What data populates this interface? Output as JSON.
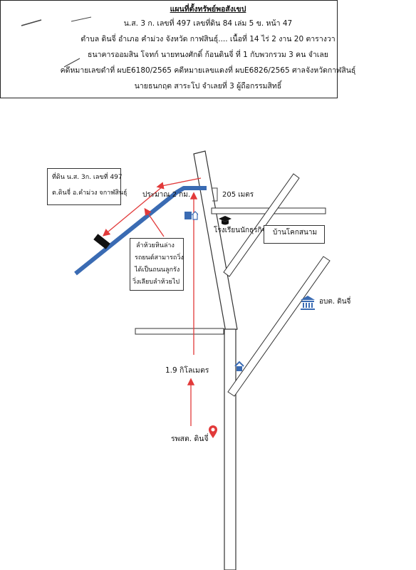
{
  "header": {
    "title": "แผนที่ตั้งทรัพย์พอสังเขป",
    "line1": "น.ส. 3 ก. เลขที่ 497 เลขที่ดิน 84 เล่ม 5 ข. หน้า 47",
    "line2": "ตำบล ดินจี่ อำเภอ คำม่วง จังหวัด กาฬสินธุ์.... เนื้อที่ 14 ไร่ 2 งาน 20 ตารางวา",
    "line3": "ธนาคารออมสิน โจทก์ นายทนงศักดิ์ ก้อนดินจี่ ที่ 1 กับพวกรวม 3 คน จำเลย",
    "line4": "คดีหมายเลขดำที่ ผบE6180/2565 คดีหมายเลขแดงที่ ผบE6826/2565 ศาลจังหวัดกาฬสินธุ์",
    "line5": "นายธนกฤต สาระโป จำเลยที่ 3 ผู้ถือกรรมสิทธิ์"
  },
  "map": {
    "land_label_line1": "ที่ดิน น.ส. 3ก. เลขที่ 497",
    "land_label_line2": "ต.ดินจี่ อ.คำม่วง จกาฬสินธุ์",
    "distance_approx": "ประมาณ 2 กม.",
    "distance_205": "205 เมตร",
    "school": "โรงเรียนนักธุรกิจ",
    "village": "บ้านโคกสนาม",
    "note_line1": "ลำห้วยหินล่าง",
    "note_line2": "รถยนต์สามารถวิ่ง",
    "note_line3": "ได้เป็นถนนลูกรัง",
    "note_line4": "วิ่งเลียบลำห้วยไป",
    "subdistrict_office": "อบต. ดินจี่",
    "distance_19": "1.9 กิโลเมตร",
    "health_center": "รพสต. ดินจี่",
    "colors": {
      "road_blue": "#3a6bb3",
      "arrow_red": "#e23a3a",
      "road_outline": "#333333"
    },
    "icons": [
      "house-icon",
      "graduation-cap-icon",
      "government-building-icon",
      "map-pin-icon"
    ]
  }
}
